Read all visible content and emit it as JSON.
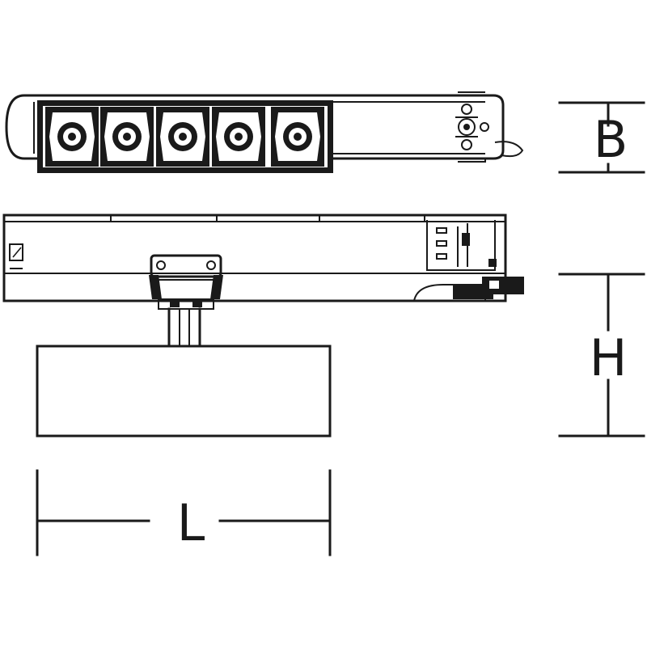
{
  "dimensions": {
    "width_label": "B",
    "height_label": "H",
    "length_label": "L"
  },
  "colors": {
    "line": "#1a1a1a",
    "background": "#ffffff"
  }
}
